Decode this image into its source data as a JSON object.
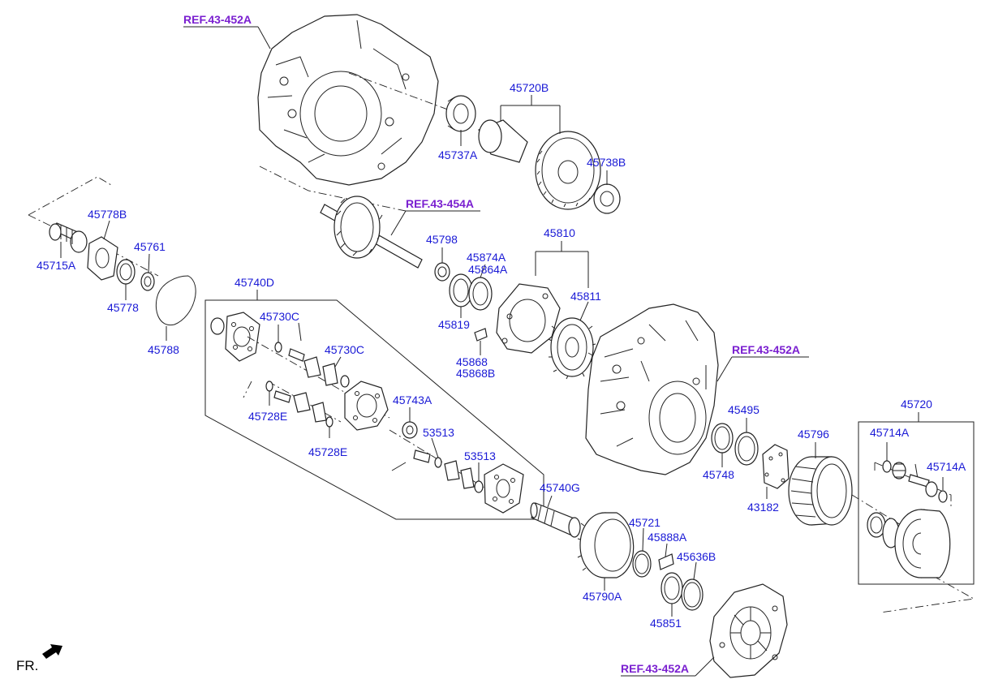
{
  "diagram": {
    "orientation_label": "FR.",
    "references": {
      "ref_case_top": "REF.43-452A",
      "ref_shaft": "REF.43-454A",
      "ref_case_mid": "REF.43-452A",
      "ref_cover_bottom": "REF.43-452A"
    },
    "parts": {
      "p45720B": "45720B",
      "p45737A": "45737A",
      "p45738B": "45738B",
      "p45778B": "45778B",
      "p45761": "45761",
      "p45715A": "45715A",
      "p45778": "45778",
      "p45788": "45788",
      "p45798": "45798",
      "p45810": "45810",
      "p45874A": "45874A",
      "p45864A": "45864A",
      "p45811": "45811",
      "p45819": "45819",
      "p45868": "45868",
      "p45868B": "45868B",
      "p45740D": "45740D",
      "p45730C_1": "45730C",
      "p45730C_2": "45730C",
      "p45728E_1": "45728E",
      "p45728E_2": "45728E",
      "p45743A": "45743A",
      "p53513_1": "53513",
      "p53513_2": "53513",
      "p45740G": "45740G",
      "p45721": "45721",
      "p45888A": "45888A",
      "p45636B": "45636B",
      "p45790A": "45790A",
      "p45851": "45851",
      "p45495": "45495",
      "p45748": "45748",
      "p43182": "43182",
      "p45796": "45796",
      "p45720": "45720",
      "p45714A_1": "45714A",
      "p45714A_2": "45714A"
    }
  },
  "colors": {
    "part_number": "#1a1ad6",
    "reference": "#7a1fd0",
    "line": "#222222"
  }
}
